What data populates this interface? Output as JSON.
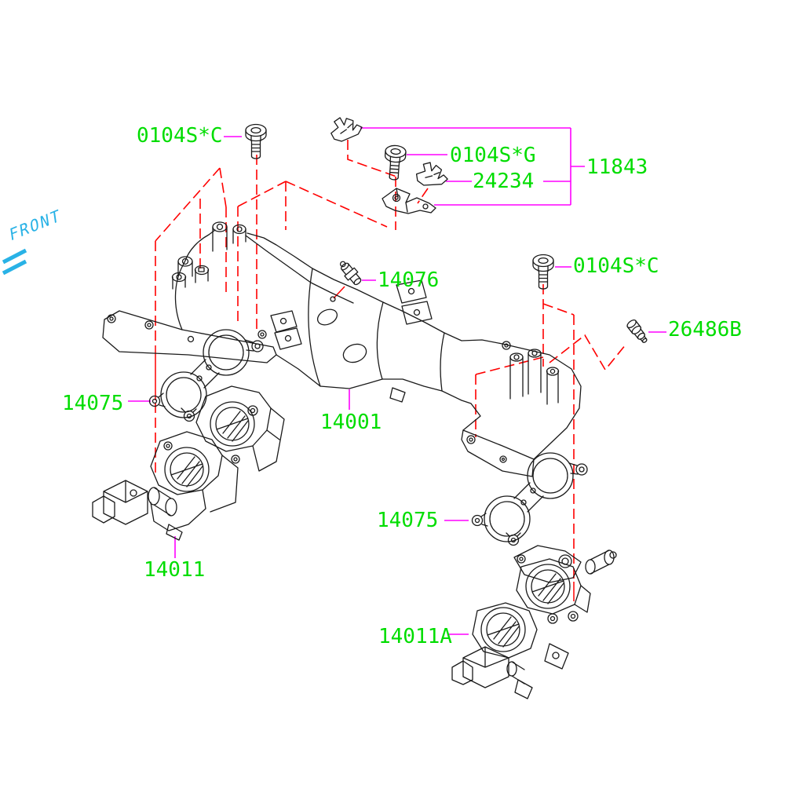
{
  "diagram": {
    "front_label": "FRONT",
    "colors": {
      "label_green": "#00DD00",
      "leader_magenta": "#FF00FF",
      "alignment_red": "#FF0000",
      "front_cyan": "#29B2E6",
      "line_black": "#1A1A1A",
      "background": "#FFFFFF"
    },
    "labels": [
      {
        "text": "0104S*C"
      },
      {
        "text": "0104S*G"
      },
      {
        "text": "24234"
      },
      {
        "text": "11843"
      },
      {
        "text": "14076"
      },
      {
        "text": "0104S*C"
      },
      {
        "text": "26486B"
      },
      {
        "text": "14075"
      },
      {
        "text": "14001"
      },
      {
        "text": "14011"
      },
      {
        "text": "14075"
      },
      {
        "text": "14011A"
      }
    ]
  }
}
